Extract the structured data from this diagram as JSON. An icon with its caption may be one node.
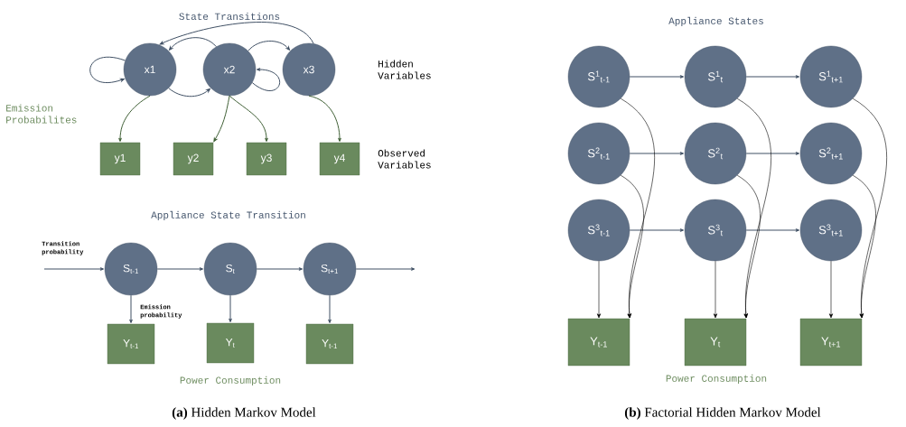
{
  "diagram": {
    "nodes": [
      {
        "text": [
          "x1"
        ]
      },
      {
        "text": [
          "x2"
        ]
      },
      {
        "text": [
          "x3"
        ]
      },
      {
        "text": [
          "y1"
        ]
      },
      {
        "text": [
          "y2"
        ]
      },
      {
        "text": [
          "y3"
        ]
      },
      {
        "text": [
          "y4"
        ]
      },
      {
        "text": [
          "S$_{t-1}$"
        ]
      },
      {
        "text": [
          "S$_{t}$"
        ]
      },
      {
        "text": [
          "S$_{t+1}$"
        ]
      },
      {
        "text": [
          "Y$_{t-1}$"
        ]
      },
      {
        "text": [
          "Y$_{t}$"
        ]
      },
      {
        "text": [
          "Y$_{t-1}$"
        ]
      },
      {
        "text": [
          "S$^{1}$$_{t-1}$"
        ]
      },
      {
        "text": [
          "S$^{1}$$_{t}$"
        ]
      },
      {
        "text": [
          "S$^{1}$$_{t+1}$"
        ]
      },
      {
        "text": [
          "S$^{2}$$_{t-1}$"
        ]
      },
      {
        "text": [
          "S$^{2}$$_{t}$"
        ]
      },
      {
        "text": [
          "S$^{2}$$_{t+1}$"
        ]
      },
      {
        "text": [
          "S$^{3}$$_{t-1}$"
        ]
      },
      {
        "text": [
          "S$^{3}$$_{t}$"
        ]
      },
      {
        "text": [
          "S$^{3}$$_{t+1}$"
        ]
      },
      {
        "text": [
          "Y$_{t-1}$"
        ]
      },
      {
        "text": [
          "Y$_{t}$"
        ]
      },
      {
        "text": [
          "Y$_{t+1}$"
        ]
      }
    ],
    "edges": [
      {
        "from": 0,
        "to": 0,
        "arrow": "to"
      },
      {
        "from": 1,
        "to": 0,
        "arrow": "to"
      },
      {
        "from": 0,
        "to": 1,
        "arrow": "to"
      },
      {
        "from": 1,
        "to": 2,
        "arrow": "to"
      },
      {
        "from": 2,
        "to": 0,
        "arrow": "to"
      },
      {
        "from": 1,
        "to": 1,
        "arrow": "to"
      },
      {
        "from": 0,
        "to": 3,
        "arrow": "to",
        "color": "#3f5f35"
      },
      {
        "from": 1,
        "to": 4,
        "arrow": "to",
        "color": "#3f5f35"
      },
      {
        "from": 1,
        "to": 5,
        "arrow": "to",
        "color": "#3f5f35"
      },
      {
        "from": 2,
        "to": 6,
        "arrow": "to",
        "color": "#3f5f35"
      },
      {
        "from": null,
        "to": 7,
        "arrow": "to"
      },
      {
        "from": 7,
        "to": 8,
        "arrow": "to"
      },
      {
        "from": 8,
        "to": 9,
        "arrow": "to"
      },
      {
        "from": 9,
        "to": null,
        "arrow": "to"
      },
      {
        "from": 7,
        "to": 10,
        "arrow": "to"
      },
      {
        "from": 8,
        "to": 11,
        "arrow": "to"
      },
      {
        "from": 9,
        "to": 12,
        "arrow": "to"
      },
      {
        "from": 13,
        "to": 14,
        "arrow": "to"
      },
      {
        "from": 14,
        "to": 15,
        "arrow": "to"
      },
      {
        "from": 16,
        "to": 17,
        "arrow": "to"
      },
      {
        "from": 17,
        "to": 18,
        "arrow": "to"
      },
      {
        "from": 19,
        "to": 20,
        "arrow": "to"
      },
      {
        "from": 20,
        "to": 21,
        "arrow": "to"
      },
      {
        "from": 19,
        "to": 22,
        "arrow": "to",
        "color": "#000000"
      },
      {
        "from": 20,
        "to": 23,
        "arrow": "to",
        "color": "#000000"
      },
      {
        "from": 21,
        "to": 24,
        "arrow": "to",
        "color": "#000000"
      },
      {
        "from": 13,
        "to": 22,
        "arrow": "to",
        "color": "#000000"
      },
      {
        "from": 16,
        "to": 22,
        "arrow": "to",
        "color": "#000000"
      },
      {
        "from": 14,
        "to": 23,
        "arrow": "to",
        "color": "#000000"
      },
      {
        "from": 17,
        "to": 23,
        "arrow": "to",
        "color": "#000000"
      },
      {
        "from": 15,
        "to": 24,
        "arrow": "to",
        "color": "#000000"
      },
      {
        "from": 18,
        "to": 24,
        "arrow": "to",
        "color": "#000000"
      }
    ],
    "labels": [
      "State Transitions",
      "Hidden Variables",
      "Emission Probabilites",
      "Observed Variables",
      "Appliance State Transition",
      "Transition probability",
      "Emission probability",
      "Power Consumption",
      "Appliance States",
      "Power Consumption",
      "**(a)** Hidden Markov Model",
      "**(b)** Factorial Hidden Markov Model"
    ]
  }
}
